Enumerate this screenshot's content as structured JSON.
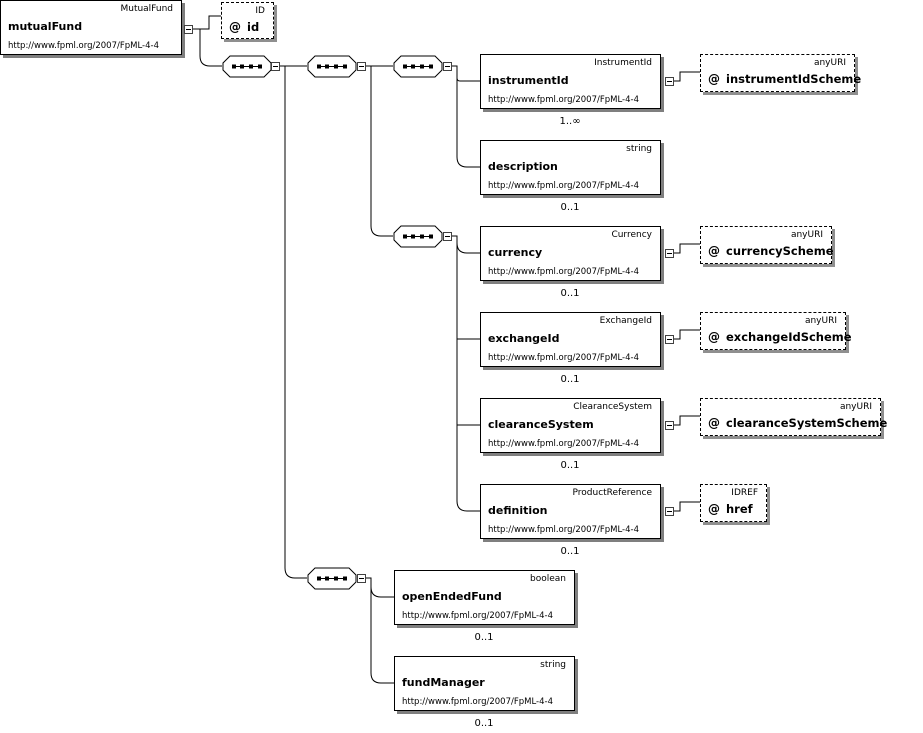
{
  "root": {
    "type": "MutualFund",
    "name": "mutualFund",
    "ns": "http://www.fpml.org/2007/FpML-4-4",
    "attr": {
      "type": "ID",
      "name": "id"
    }
  },
  "attr_marker": "@",
  "elements": {
    "instrumentId": {
      "type": "InstrumentId",
      "name": "instrumentId",
      "ns": "http://www.fpml.org/2007/FpML-4-4",
      "mult": "1..∞"
    },
    "description": {
      "type": "string",
      "name": "description",
      "ns": "http://www.fpml.org/2007/FpML-4-4",
      "mult": "0..1"
    },
    "currency": {
      "type": "Currency",
      "name": "currency",
      "ns": "http://www.fpml.org/2007/FpML-4-4",
      "mult": "0..1"
    },
    "exchangeId": {
      "type": "ExchangeId",
      "name": "exchangeId",
      "ns": "http://www.fpml.org/2007/FpML-4-4",
      "mult": "0..1"
    },
    "clearanceSystem": {
      "type": "ClearanceSystem",
      "name": "clearanceSystem",
      "ns": "http://www.fpml.org/2007/FpML-4-4",
      "mult": "0..1"
    },
    "definition": {
      "type": "ProductReference",
      "name": "definition",
      "ns": "http://www.fpml.org/2007/FpML-4-4",
      "mult": "0..1"
    },
    "openEndedFund": {
      "type": "boolean",
      "name": "openEndedFund",
      "ns": "http://www.fpml.org/2007/FpML-4-4",
      "mult": "0..1"
    },
    "fundManager": {
      "type": "string",
      "name": "fundManager",
      "ns": "http://www.fpml.org/2007/FpML-4-4",
      "mult": "0..1"
    }
  },
  "attributes": {
    "instrumentIdScheme": {
      "type": "anyURI",
      "name": "instrumentIdScheme"
    },
    "currencyScheme": {
      "type": "anyURI",
      "name": "currencyScheme"
    },
    "exchangeIdScheme": {
      "type": "anyURI",
      "name": "exchangeIdScheme"
    },
    "clearanceSystemScheme": {
      "type": "anyURI",
      "name": "clearanceSystemScheme"
    },
    "href": {
      "type": "IDREF",
      "name": "href"
    }
  },
  "icons": {
    "sequence": "sequence-compositor-icon",
    "collapse": "collapse-toggle-icon"
  },
  "colors": {
    "line": "#000000",
    "shadow": "#7f7f7f",
    "background": "#ffffff"
  }
}
